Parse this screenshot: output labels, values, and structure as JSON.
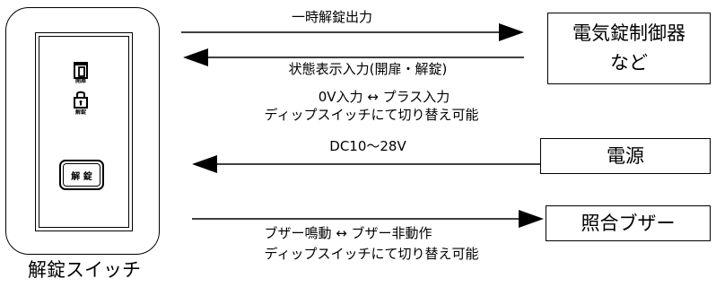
{
  "switch": {
    "label": "解錠スイッチ",
    "status_icon_text_1": "開扉",
    "status_icon_text_2": "解錠",
    "button_label": "解 錠"
  },
  "devices": {
    "controller": {
      "line1": "電気錠制御器",
      "line2": "など"
    },
    "power": "電源",
    "buzzer": "照合ブザー"
  },
  "signals": {
    "unlock_output": "一時解錠出力",
    "status_input": "状態表示入力(開扉・解錠)",
    "input_mode": "0V入力 ↔ プラス入力",
    "dip_switch_1": "ディップスイッチにて切り替え可能",
    "power_supply": "DC10～28V",
    "buzzer_mode": "ブザー鳴動 ↔ ブザー非動作",
    "dip_switch_2": "ディップスイッチにて切り替え可能"
  }
}
